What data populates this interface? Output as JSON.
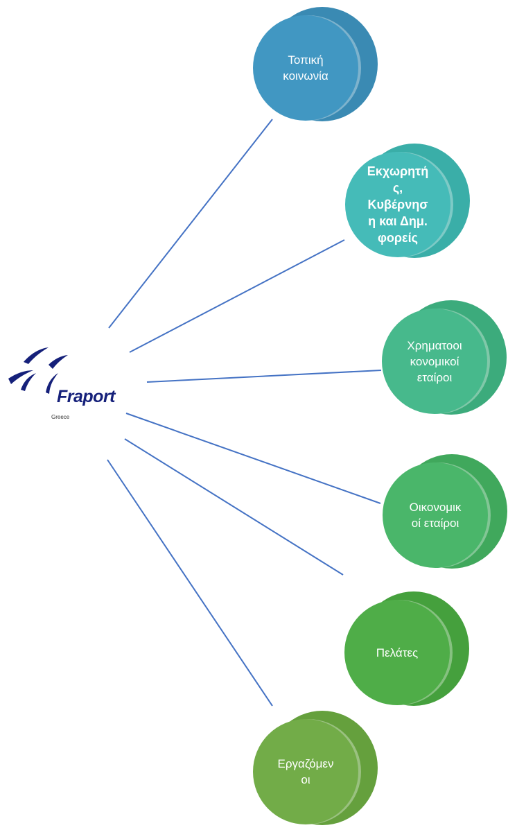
{
  "logo": {
    "name": "Fraport",
    "region": "Greece"
  },
  "nodes": [
    {
      "label": "Τοπική\nκοινωνία",
      "color": "#4197c2",
      "back": "#3a8ab3",
      "bold": false
    },
    {
      "label": "Εκχωρητή\nς,\nΚυβέρνησ\nη και Δημ.\nφορείς",
      "color": "#45bbb8",
      "back": "#3aaea8",
      "bold": true
    },
    {
      "label": "Χρηματοοι\nκονομικοί\nεταίροι",
      "color": "#47b98c",
      "back": "#3cab7c",
      "bold": false
    },
    {
      "label": "Οικονομικ\nοί εταίροι",
      "color": "#4ab66a",
      "back": "#40a85c",
      "bold": false
    },
    {
      "label": "Πελάτες",
      "color": "#4fad48",
      "back": "#45a03d",
      "bold": false
    },
    {
      "label": "Εργαζόμεν\nοι",
      "color": "#72ac48",
      "back": "#65a03d",
      "bold": false
    }
  ],
  "line_color": "#4472c4"
}
